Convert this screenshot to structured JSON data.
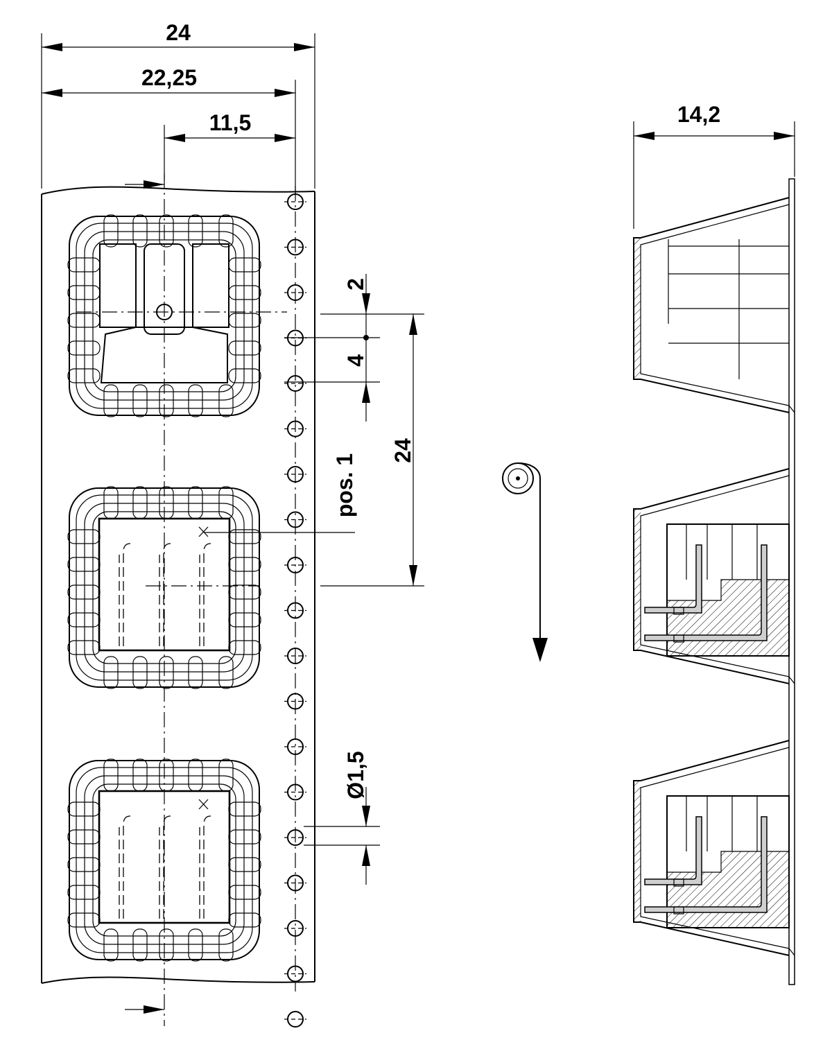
{
  "drawing": {
    "dimensions": {
      "tape_width": "24",
      "hole_row_distance": "22,25",
      "pocket_center_distance": "11,5",
      "hole_offset": "2",
      "hole_pitch": "4",
      "pocket_pitch": "24",
      "hole_diameter": "Ø1,5",
      "cover_depth": "14,2"
    },
    "position_label": "pos. 1",
    "icons": {
      "reel_direction": "reel-direction-icon",
      "feed_arrow": "feed-direction-arrow-icon"
    }
  }
}
